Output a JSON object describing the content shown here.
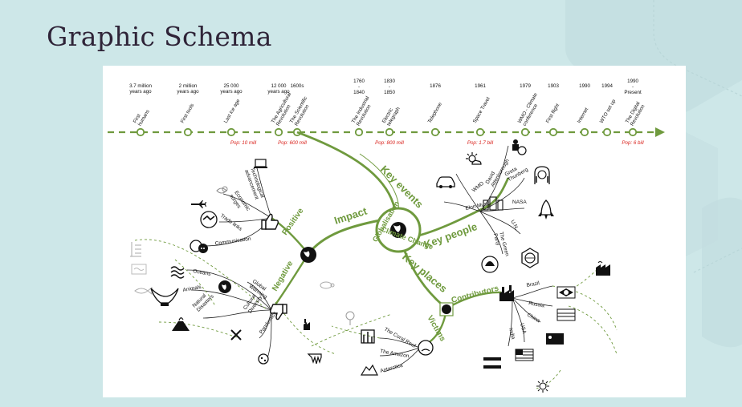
{
  "slide": {
    "title": "Graphic Schema",
    "accent_color": "#6f9a3e",
    "red_color": "#d9211b"
  },
  "timeline": {
    "events": [
      {
        "date": "3.7 million\nyears ago",
        "label": "First\nhumans"
      },
      {
        "date": "2 million\nyears ago",
        "label": "First tools"
      },
      {
        "date": "25 000\nyears ago",
        "label": "Last ice age"
      },
      {
        "date": "12 000\nyears ago",
        "label": "The Agricultural\nRevolution"
      },
      {
        "date": "1600s",
        "label": "The Scientific\nRevolution"
      },
      {
        "date": "1760\n-\n1840",
        "label": "The Industrial\nRevolution"
      },
      {
        "date": "1830\n-\n1850",
        "label": "Electric\ntelegraph"
      },
      {
        "date": "1876",
        "label": "Telephone"
      },
      {
        "date": "1961",
        "label": "Space Travel"
      },
      {
        "date": "1979",
        "label": "WMO - Climate\nconference"
      },
      {
        "date": "1903",
        "label": "First flight"
      },
      {
        "date": "1990",
        "label": "Internet"
      },
      {
        "date": "1994",
        "label": "WTO set up"
      },
      {
        "date": "1990\n-\nPresent",
        "label": "The Digital\nRevolution"
      }
    ],
    "populations": [
      "Pop: 10 mill",
      "Pop: 600 mill",
      "Pop: 800 mill",
      "Pop: 1.7 bill",
      "Pop: 6 bill"
    ]
  },
  "center": {
    "line1": "Globalisation",
    "line2": "Climate Change"
  },
  "branches": {
    "key_events": "Key events",
    "key_people": "Key people",
    "key_places": "Key places",
    "impact": "Impact"
  },
  "impact": {
    "positive": {
      "label": "Positive",
      "items": [
        "Technological\nadvancement",
        "Economic\nsurges",
        "Trade links",
        "Communication"
      ]
    },
    "negative": {
      "label": "Negative",
      "items": [
        "Oceans",
        "Animals",
        "Natural\nDisasters",
        "Global\nWarming",
        "Cultural\nDiversity",
        "Pandemics"
      ]
    }
  },
  "key_people": {
    "items": [
      "David\nAttenborough",
      "Greta\nThunberg",
      "WMO",
      "Elon Musk",
      "NASA",
      "U.N.",
      "The Green\nParty"
    ]
  },
  "key_places": {
    "contributors": {
      "label": "Contributors",
      "items": [
        "Brazil",
        "Russia",
        "China",
        "USA",
        "India"
      ]
    },
    "victims": {
      "label": "Victims",
      "items": [
        "The Coral Reef",
        "The Amazon",
        "Antarctica"
      ]
    }
  }
}
